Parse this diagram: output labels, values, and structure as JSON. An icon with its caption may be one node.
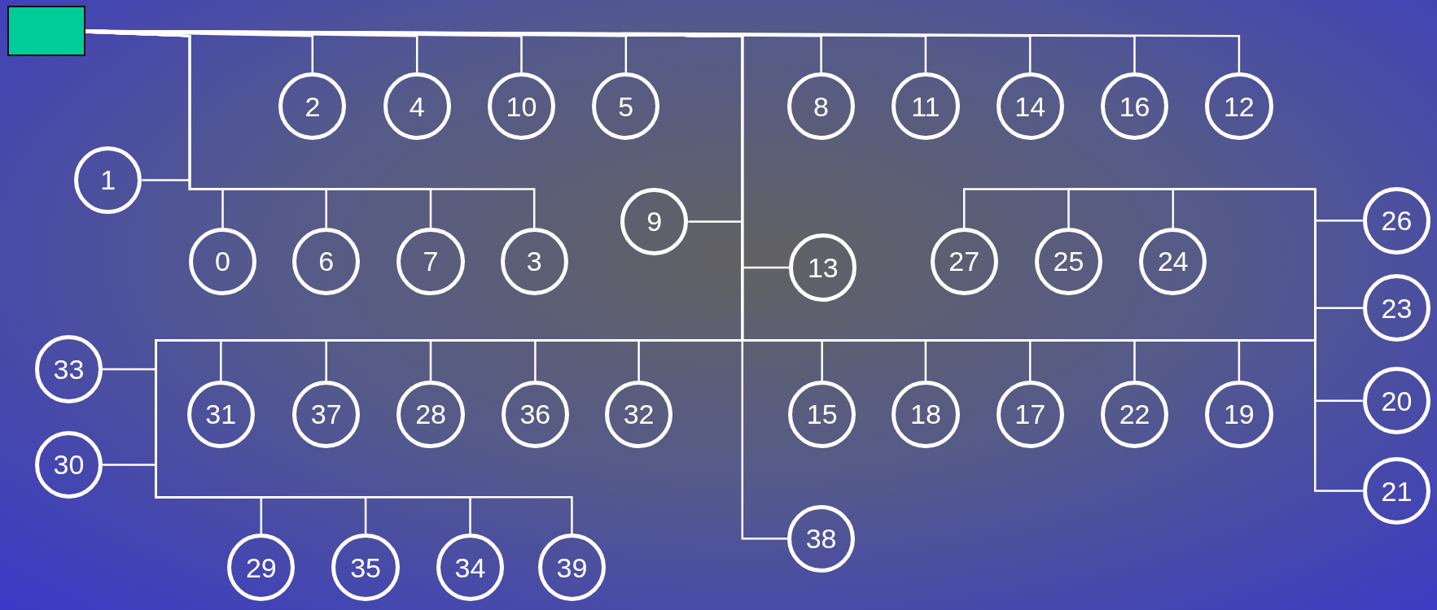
{
  "diagram": {
    "nodes": [
      {
        "text": [],
        "shape": "box"
      },
      {
        "text": [
          "2"
        ]
      },
      {
        "text": [
          "4"
        ]
      },
      {
        "text": [
          "10"
        ]
      },
      {
        "text": [
          "5"
        ]
      },
      {
        "text": [
          "8"
        ]
      },
      {
        "text": [
          "11"
        ]
      },
      {
        "text": [
          "14"
        ]
      },
      {
        "text": [
          "16"
        ]
      },
      {
        "text": [
          "12"
        ]
      },
      {
        "text": [
          "1"
        ]
      },
      {
        "text": [
          "26"
        ]
      },
      {
        "text": [
          "9"
        ]
      },
      {
        "text": [
          "0"
        ]
      },
      {
        "text": [
          "6"
        ]
      },
      {
        "text": [
          "7"
        ]
      },
      {
        "text": [
          "3"
        ]
      },
      {
        "text": [
          "27"
        ]
      },
      {
        "text": [
          "25"
        ]
      },
      {
        "text": [
          "24"
        ]
      },
      {
        "text": [
          "13"
        ]
      },
      {
        "text": [
          "23"
        ]
      },
      {
        "text": [
          "33"
        ]
      },
      {
        "text": [
          "20"
        ]
      },
      {
        "text": [
          "31"
        ]
      },
      {
        "text": [
          "37"
        ]
      },
      {
        "text": [
          "28"
        ]
      },
      {
        "text": [
          "36"
        ]
      },
      {
        "text": [
          "32"
        ]
      },
      {
        "text": [
          "15"
        ]
      },
      {
        "text": [
          "18"
        ]
      },
      {
        "text": [
          "17"
        ]
      },
      {
        "text": [
          "22"
        ]
      },
      {
        "text": [
          "19"
        ]
      },
      {
        "text": [
          "30"
        ]
      },
      {
        "text": [
          "21"
        ]
      },
      {
        "text": [
          "38"
        ]
      },
      {
        "text": [
          "29"
        ]
      },
      {
        "text": [
          "35"
        ]
      },
      {
        "text": [
          "34"
        ]
      },
      {
        "text": [
          "39"
        ]
      }
    ],
    "edges": [
      {
        "from": 0,
        "to": 1,
        "arrow": "none"
      },
      {
        "from": 0,
        "to": 2,
        "arrow": "none"
      },
      {
        "from": 0,
        "to": 3,
        "arrow": "none"
      },
      {
        "from": 0,
        "to": 4,
        "arrow": "none"
      },
      {
        "from": 0,
        "to": 5,
        "arrow": "none"
      },
      {
        "from": 0,
        "to": 6,
        "arrow": "none"
      },
      {
        "from": 0,
        "to": 7,
        "arrow": "none"
      },
      {
        "from": 0,
        "to": 8,
        "arrow": "none"
      },
      {
        "from": 0,
        "to": 9,
        "arrow": "none"
      },
      {
        "from": 0,
        "to": 10,
        "arrow": "none"
      },
      {
        "from": 0,
        "to": 11,
        "arrow": "none"
      },
      {
        "from": 0,
        "to": 12,
        "arrow": "none"
      },
      {
        "from": 0,
        "to": 13,
        "arrow": "none"
      },
      {
        "from": 0,
        "to": 14,
        "arrow": "none"
      },
      {
        "from": 0,
        "to": 15,
        "arrow": "none"
      },
      {
        "from": 0,
        "to": 16,
        "arrow": "none"
      },
      {
        "from": 0,
        "to": 17,
        "arrow": "none"
      },
      {
        "from": 0,
        "to": 18,
        "arrow": "none"
      },
      {
        "from": 0,
        "to": 19,
        "arrow": "none"
      },
      {
        "from": 0,
        "to": 20,
        "arrow": "none"
      },
      {
        "from": 0,
        "to": 21,
        "arrow": "none"
      },
      {
        "from": 0,
        "to": 22,
        "arrow": "none"
      },
      {
        "from": 0,
        "to": 23,
        "arrow": "none"
      },
      {
        "from": 0,
        "to": 24,
        "arrow": "none"
      },
      {
        "from": 0,
        "to": 25,
        "arrow": "none"
      },
      {
        "from": 0,
        "to": 26,
        "arrow": "none"
      },
      {
        "from": 0,
        "to": 27,
        "arrow": "none"
      },
      {
        "from": 0,
        "to": 28,
        "arrow": "none"
      },
      {
        "from": 0,
        "to": 29,
        "arrow": "none"
      },
      {
        "from": 0,
        "to": 30,
        "arrow": "none"
      },
      {
        "from": 0,
        "to": 31,
        "arrow": "none"
      },
      {
        "from": 0,
        "to": 32,
        "arrow": "none"
      },
      {
        "from": 0,
        "to": 33,
        "arrow": "none"
      },
      {
        "from": 0,
        "to": 34,
        "arrow": "none"
      },
      {
        "from": 0,
        "to": 35,
        "arrow": "none"
      },
      {
        "from": 0,
        "to": 36,
        "arrow": "none"
      },
      {
        "from": 0,
        "to": 37,
        "arrow": "none"
      },
      {
        "from": 0,
        "to": 38,
        "arrow": "none"
      },
      {
        "from": 0,
        "to": 39,
        "arrow": "none"
      },
      {
        "from": 0,
        "to": 40,
        "arrow": "none"
      }
    ]
  }
}
